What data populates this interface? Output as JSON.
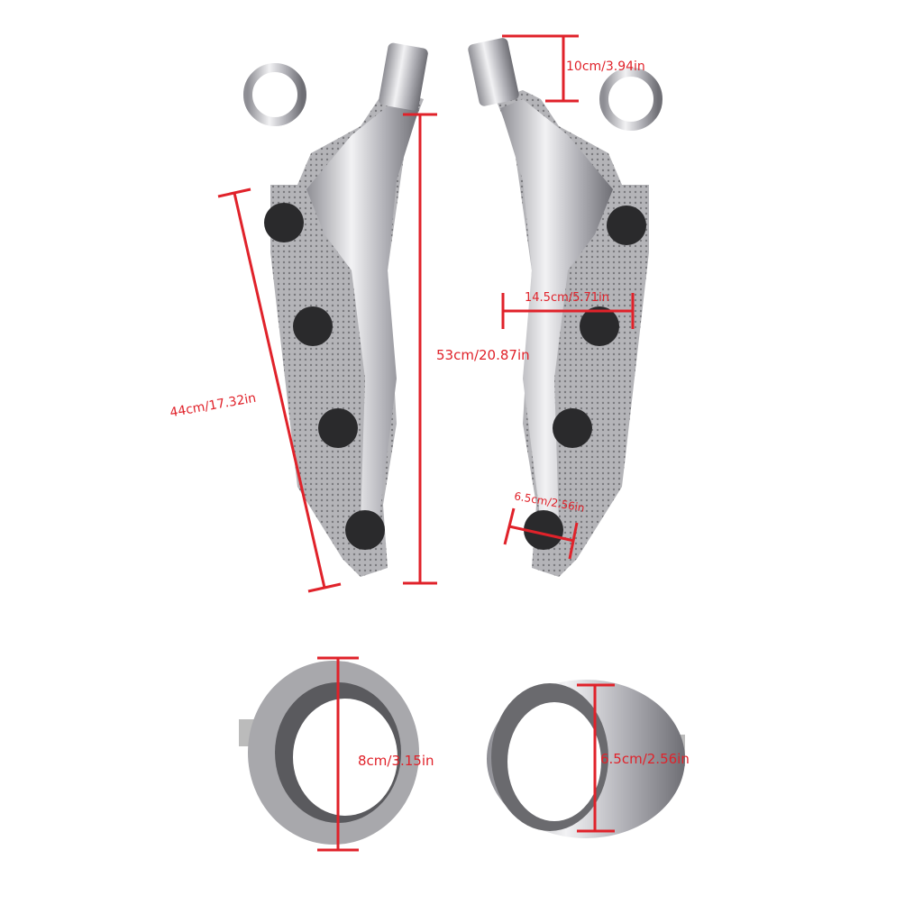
{
  "colors": {
    "measure": "#e0222a",
    "steel": "#c8c8cc",
    "gasket": "#9a9a9e",
    "port": "#2a2a2c"
  },
  "measurements": {
    "pipe_length": "10cm/3.94in",
    "header_height": "53cm/20.87in",
    "flange_length": "44cm/17.32in",
    "header_width": "14.5cm/5.71in",
    "port_diameter": "6.5cm/2.56in",
    "flange_ring_diameter": "8cm/3.15in",
    "pipe_ring_diameter": "6.5cm/2.56in"
  }
}
